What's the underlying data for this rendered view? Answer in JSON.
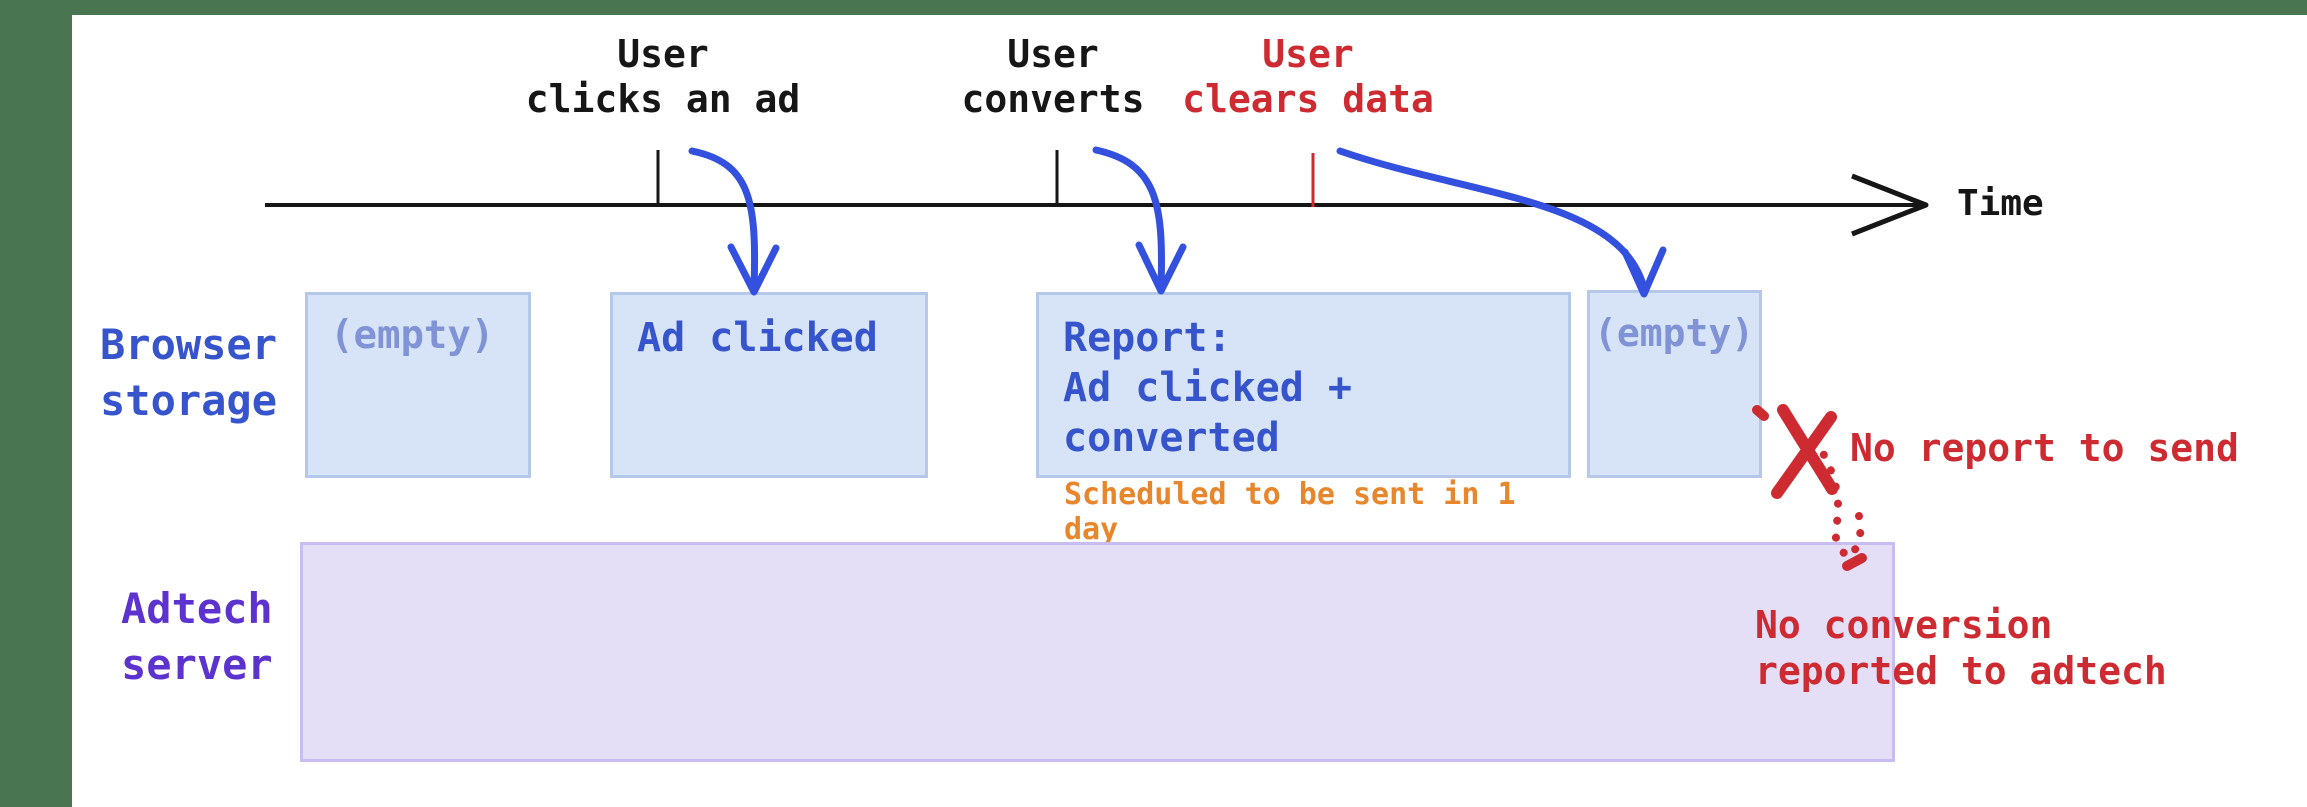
{
  "colors": {
    "green": "#497550",
    "ink": "#161616",
    "blue-text": "#3654cb",
    "blue-faint": "#8093d6",
    "box-fill": "#d7e4f7",
    "box-border": "#b6c8ea",
    "purple-text": "#5d33cf",
    "lav-fill": "#e4def7",
    "lav-border": "#c9bcee",
    "orange": "#e8862c",
    "red": "#cd2b31",
    "arrow-blue": "#3351de"
  },
  "timeline": {
    "axis_label": "Time",
    "events": [
      {
        "line1": "User",
        "line2": "clicks an ad"
      },
      {
        "line1": "User",
        "line2": "converts"
      },
      {
        "line1": "User",
        "line2": "clears data"
      }
    ]
  },
  "rows": {
    "browser": {
      "label_line1": "Browser",
      "label_line2": "storage"
    },
    "adtech": {
      "label_line1": "Adtech",
      "label_line2": "server"
    }
  },
  "boxes": {
    "empty1": "(empty)",
    "ad_clicked": "Ad clicked",
    "report_line1": "Report:",
    "report_line2": "Ad clicked + converted",
    "report_note": "Scheduled to be sent in 1 day",
    "empty2": "(empty)"
  },
  "annotations": {
    "no_report": "No report to send",
    "no_conversion_line1": "No conversion",
    "no_conversion_line2": "reported to adtech"
  }
}
